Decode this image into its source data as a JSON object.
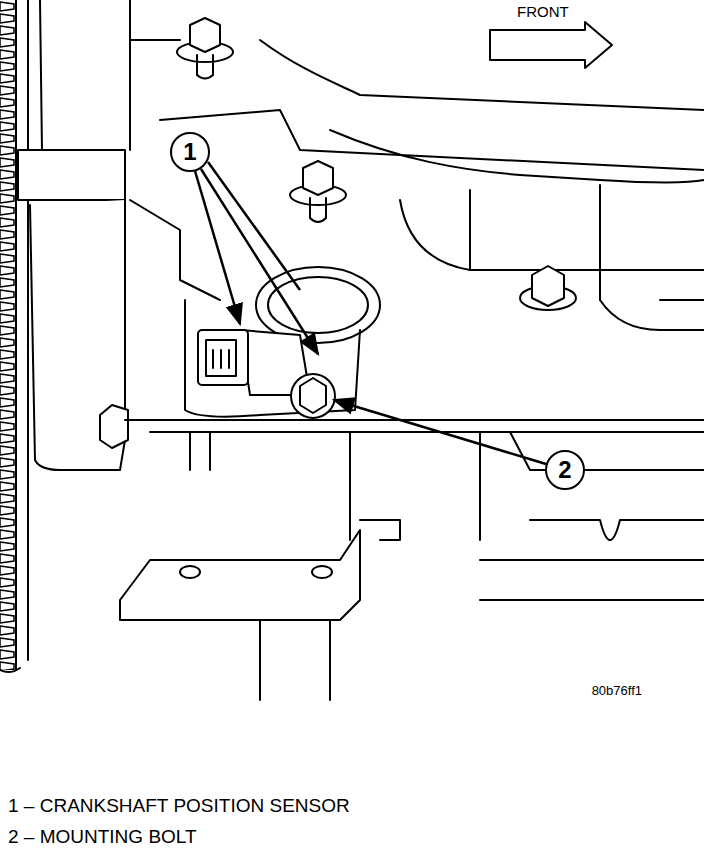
{
  "diagram": {
    "nodes": [
      {
        "text": [
          "1"
        ]
      },
      {
        "text": [
          "2"
        ]
      }
    ],
    "labels": [
      "FRONT",
      "80b76ff1",
      "1 – CRANKSHAFT POSITION SENSOR",
      "2 – MOUNTING BOLT"
    ]
  }
}
